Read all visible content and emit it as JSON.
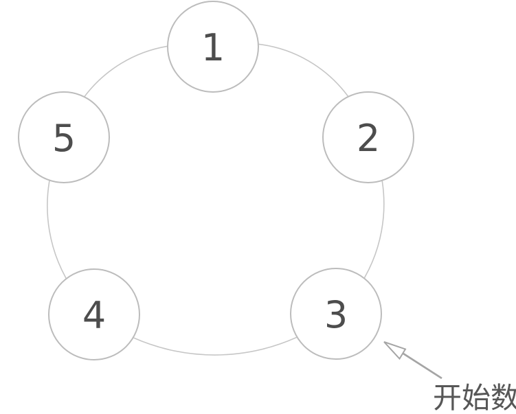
{
  "diagram": {
    "type": "cycle",
    "nodes": [
      {
        "label": "1"
      },
      {
        "label": "2"
      },
      {
        "label": "3"
      },
      {
        "label": "4"
      },
      {
        "label": "5"
      }
    ],
    "annotation": {
      "label": "开始数",
      "points_to_node_label": "3"
    },
    "colors": {
      "background": "#ffffff",
      "node_fill": "#ffffff",
      "node_stroke": "#bcbcbc",
      "ring_stroke": "#c6c6c6",
      "number_text": "#4d4d4d",
      "arrow": "#a5a5a5",
      "annotation_text": "#575757"
    }
  }
}
